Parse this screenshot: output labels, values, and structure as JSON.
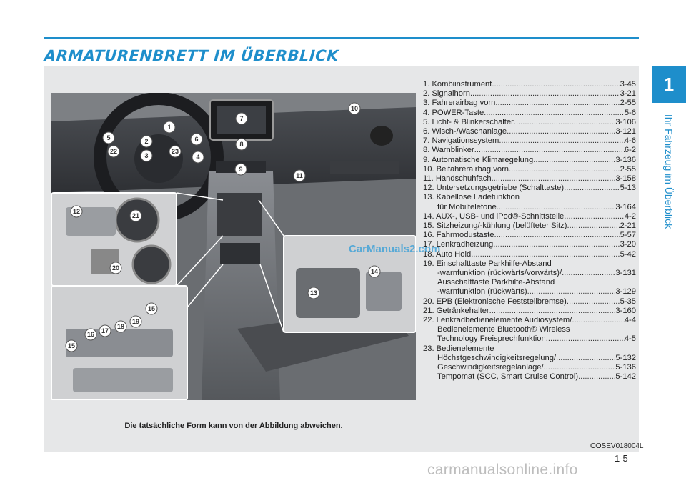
{
  "header": {
    "title": "ARMATURENBRETT IM ÜBERBLICK",
    "chapter_number": "1",
    "chapter_title": "Ihr Fahrzeug im Überblick"
  },
  "figure": {
    "callouts": [
      "1",
      "2",
      "3",
      "4",
      "5",
      "6",
      "7",
      "8",
      "9",
      "10",
      "11",
      "12",
      "13",
      "14",
      "15",
      "15",
      "16",
      "17",
      "18",
      "19",
      "20",
      "21",
      "22",
      "23"
    ],
    "caption": "Die tatsächliche Form kann von der Abbildung abweichen.",
    "code": "OOSEV018004L",
    "watermark": "CarManuals2.com"
  },
  "items": [
    {
      "label": "1. Kombiinstrument",
      "page": "3-45"
    },
    {
      "label": "2. Signalhorn",
      "page": "3-21"
    },
    {
      "label": "3. Fahrerairbag vorn",
      "page": "2-55"
    },
    {
      "label": "4. POWER-Taste",
      "page": "5-6"
    },
    {
      "label": "5. Licht- & Blinkerschalter",
      "page": "3-106"
    },
    {
      "label": "6. Wisch-/Waschanlage",
      "page": "3-121"
    },
    {
      "label": "7. Navigationssystem",
      "page": "4-6"
    },
    {
      "label": "8. Warnblinker",
      "page": "6-2"
    },
    {
      "label": "9. Automatische Klimaregelung",
      "page": "3-136"
    },
    {
      "label": "10. Beifahrerairbag vorn",
      "page": "2-55"
    },
    {
      "label": "11. Handschuhfach",
      "page": "3-158"
    },
    {
      "label": "12. Untersetzungsgetriebe (Schalttaste)",
      "page": "5-13"
    },
    {
      "label": "13. Kabellose Ladefunktion",
      "page": ""
    },
    {
      "label": "für Mobiltelefone",
      "page": "3-164",
      "indent": true
    },
    {
      "label": "14. AUX-, USB- und iPod®-Schnittstelle",
      "page": "4-2"
    },
    {
      "label": "15. Sitzheizung/-kühlung (belüfteter Sitz)",
      "page": "2-21"
    },
    {
      "label": "16. Fahrmodustaste",
      "page": "5-57"
    },
    {
      "label": "17. Lenkradheizung",
      "page": "3-20"
    },
    {
      "label": "18. Auto Hold",
      "page": "5-42"
    },
    {
      "label": "19. Einschalttaste Parkhilfe-Abstand",
      "page": ""
    },
    {
      "label": "-warnfunktion (rückwärts/vorwärts)/",
      "page": "3-131",
      "indent": true
    },
    {
      "label": "Ausschalttaste Parkhilfe-Abstand",
      "page": "",
      "indent": true
    },
    {
      "label": "-warnfunktion (rückwärts)",
      "page": "3-129",
      "indent": true
    },
    {
      "label": "20. EPB (Elektronische Feststellbremse)",
      "page": "5-35"
    },
    {
      "label": "21. Getränkehalter",
      "page": "3-160"
    },
    {
      "label": "22. Lenkradbedienelemente Audiosystem/",
      "page": "4-4"
    },
    {
      "label": "Bedienelemente Bluetooth® Wireless",
      "page": "",
      "indent": true
    },
    {
      "label": "Technology Freisprechfunktion",
      "page": "4-5",
      "indent": true
    },
    {
      "label": "23. Bedienelemente",
      "page": ""
    },
    {
      "label": "Höchstgeschwindigkeitsregelung/",
      "page": "5-132",
      "indent": true
    },
    {
      "label": "Geschwindigkeitsregelanlage/",
      "page": "5-136",
      "indent": true
    },
    {
      "label": "Tempomat (SCC, Smart Cruise Control)",
      "page": "5-142",
      "indent": true
    }
  ],
  "footer": {
    "page_number": "1-5",
    "watermark": "carmanualsonline.info"
  },
  "colors": {
    "accent": "#1e8ecb",
    "panel": "#e6e7e8"
  }
}
